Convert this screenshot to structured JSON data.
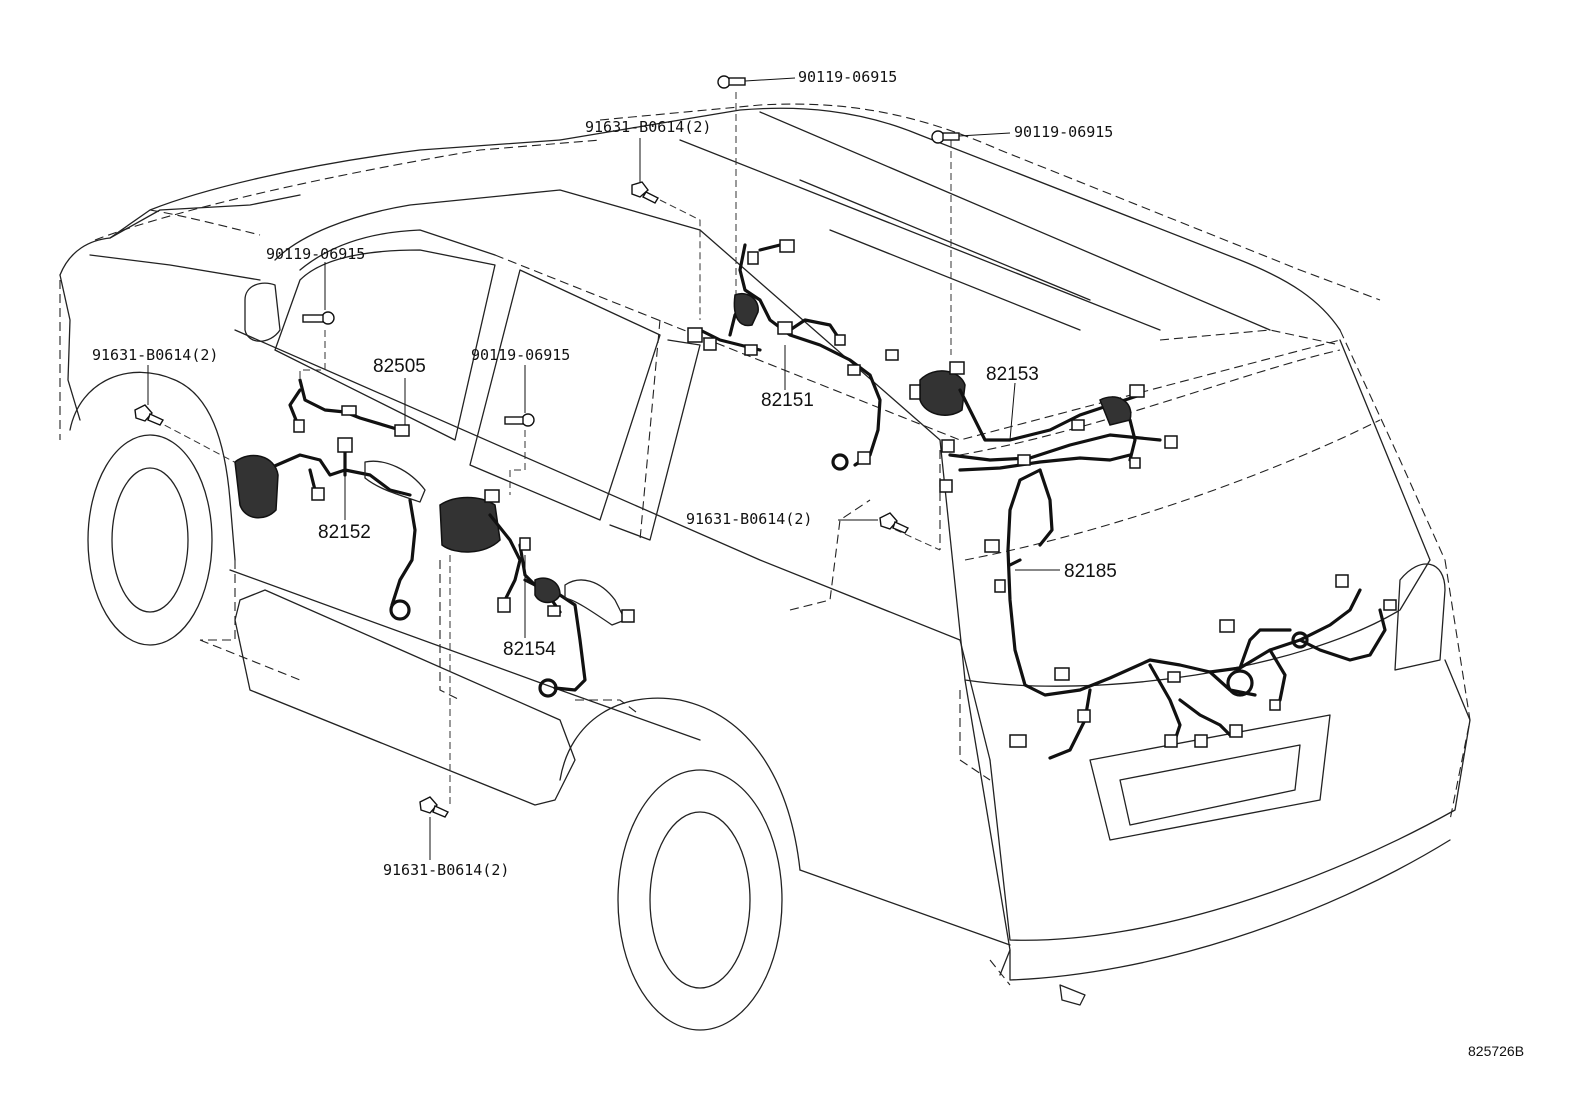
{
  "parts": {
    "bolt_top_center": "90119-06915",
    "bolt_top_right": "90119-06915",
    "clip_top_center": "91631-B0614(2)",
    "bolt_left_mirror": "90119-06915",
    "clip_left_front": "91631-B0614(2)",
    "bolt_mid_door": "90119-06915",
    "clip_rear_door": "91631-B0614(2)",
    "clip_bottom": "91631-B0614(2)",
    "harness_82505": "82505",
    "harness_82152": "82152",
    "harness_82154": "82154",
    "harness_82151": "82151",
    "harness_82153": "82153",
    "harness_82185": "82185"
  },
  "figure_ref": "825726B"
}
